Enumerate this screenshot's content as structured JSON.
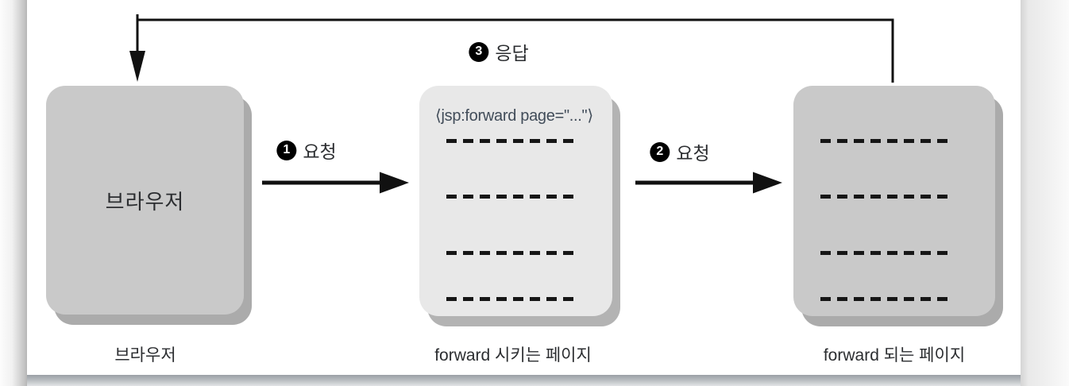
{
  "diagram": {
    "browser_box": {
      "label": "브라우저",
      "caption": "브라우저"
    },
    "forwarding_box": {
      "code": "⟨jsp:forward page=\"...\"⟩",
      "caption": "forward 시키는 페이지"
    },
    "forwarded_box": {
      "caption": "forward 되는 페이지"
    },
    "steps": {
      "request1": {
        "num": "1",
        "text": "요청"
      },
      "request2": {
        "num": "2",
        "text": "요청"
      },
      "response": {
        "num": "3",
        "text": "응답"
      }
    },
    "colors": {
      "box_gray": "#c9c9c9",
      "box_light_gray": "#e8e8e8",
      "box_shadow": "#ababab",
      "arrow_black": "#111111",
      "code_text": "#414c59",
      "band_gray": "#9aa0a5"
    }
  }
}
